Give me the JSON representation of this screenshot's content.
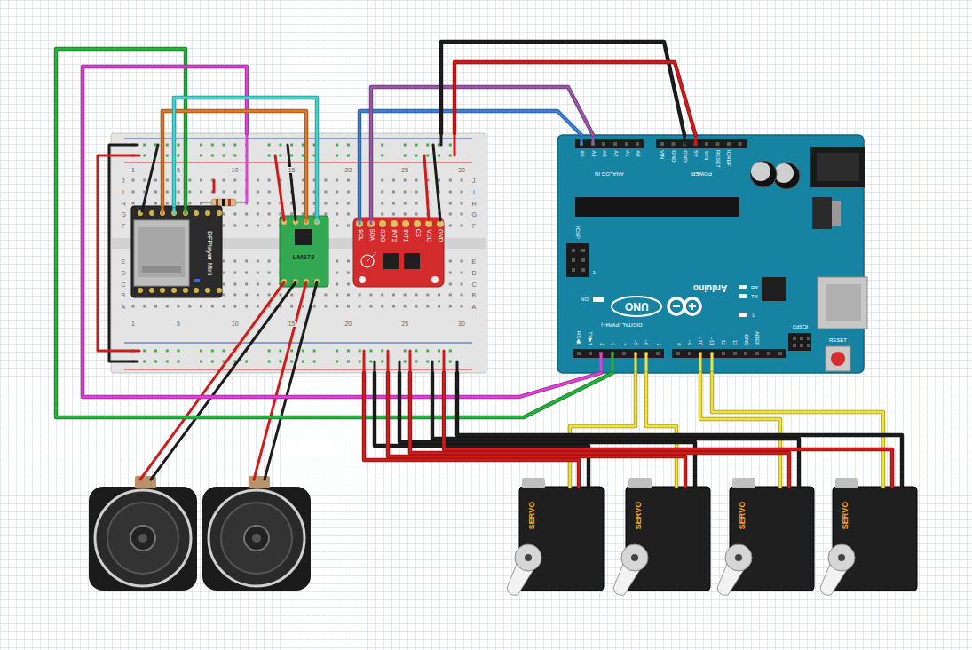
{
  "diagram": {
    "nodes": [
      {
        "text": [
          "1",
          "5",
          "10",
          "15",
          "20",
          "25",
          "30",
          "J",
          "I",
          "H",
          "G",
          "F",
          "E",
          "D",
          "C",
          "B",
          "A",
          "J",
          "I",
          "H",
          "G",
          "F",
          "E",
          "D",
          "C",
          "B",
          "A",
          "1",
          "5",
          "10",
          "15",
          "20",
          "25",
          "30"
        ]
      },
      {
        "text": [
          "DFPlayer Mini"
        ],
        "in": 0
      },
      {
        "text": [
          "LM873"
        ],
        "in": 0
      },
      {
        "text": [
          "SCL",
          "SDA",
          "SDO",
          "INT2",
          "INT1",
          "CS",
          "VCC",
          "GND"
        ],
        "in": 0
      },
      {
        "text": [
          "UNO",
          "Arduino",
          "ANALOG IN",
          "POWER",
          "DIGITAL (PWM~)",
          "A5",
          "A4",
          "A3",
          "A2",
          "A1",
          "A0",
          "VIN",
          "GND",
          "GND",
          "5V",
          "3V3",
          "RESET",
          "IOREF",
          "RX◀0",
          "TX▶1",
          "2",
          "~3",
          "4",
          "~5",
          "~6",
          "7",
          "8",
          "~9",
          "~10",
          "~11",
          "12",
          "13",
          "GND",
          "AREF",
          "ICSP",
          "1",
          "ON",
          "RX",
          "TX",
          "L",
          "ICSP2",
          "RESET"
        ]
      },
      {
        "text": [
          "SERVO"
        ]
      },
      {
        "text": [
          "SERVO"
        ]
      },
      {
        "text": [
          "SERVO"
        ]
      },
      {
        "text": [
          "SERVO"
        ]
      }
    ],
    "edges": [
      {
        "from": 4,
        "to": 1,
        "arrow": "none"
      },
      {
        "from": 4,
        "to": 0,
        "arrow": "none"
      },
      {
        "from": 1,
        "to": 2,
        "arrow": "none"
      },
      {
        "from": 1,
        "to": 2,
        "arrow": "none"
      },
      {
        "from": 4,
        "to": 3,
        "arrow": "none"
      },
      {
        "from": 4,
        "to": 3,
        "arrow": "none"
      },
      {
        "from": 4,
        "to": 0,
        "arrow": "none"
      },
      {
        "from": 4,
        "to": 0,
        "arrow": "none"
      },
      {
        "from": 4,
        "to": 5,
        "arrow": "none"
      },
      {
        "from": 4,
        "to": 6,
        "arrow": "none"
      },
      {
        "from": 4,
        "to": 7,
        "arrow": "none"
      },
      {
        "from": 4,
        "to": 8,
        "arrow": "none"
      },
      {
        "from": 0,
        "to": 5,
        "arrow": "none"
      },
      {
        "from": 0,
        "to": 5,
        "arrow": "none"
      },
      {
        "from": 0,
        "to": 6,
        "arrow": "none"
      },
      {
        "from": 0,
        "to": 6,
        "arrow": "none"
      },
      {
        "from": 0,
        "to": 7,
        "arrow": "none"
      },
      {
        "from": 0,
        "to": 7,
        "arrow": "none"
      },
      {
        "from": 0,
        "to": 8,
        "arrow": "none"
      },
      {
        "from": 0,
        "to": 8,
        "arrow": "none"
      }
    ]
  }
}
